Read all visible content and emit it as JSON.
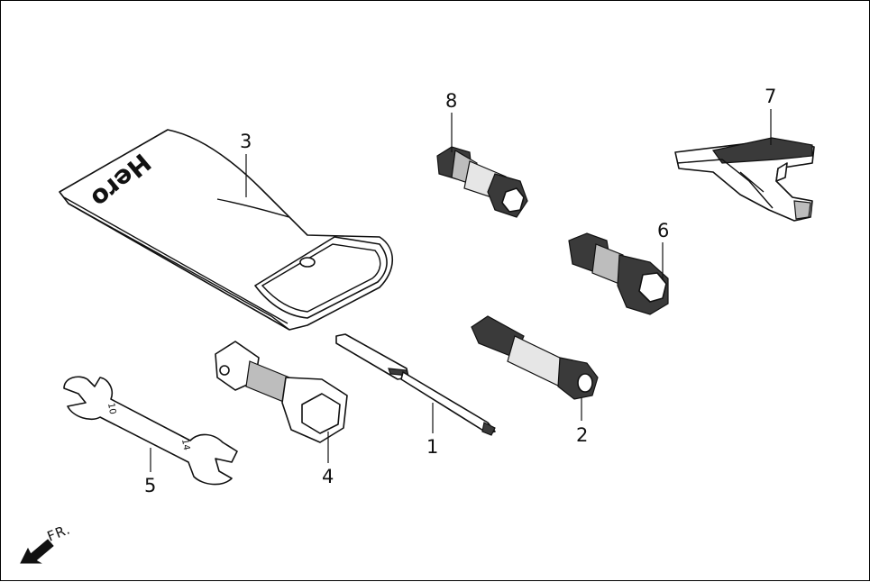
{
  "callouts": {
    "c1": "1",
    "c2": "2",
    "c3": "3",
    "c4": "4",
    "c5": "5",
    "c6": "6",
    "c7": "7",
    "c8": "8"
  },
  "bag_brand": "Hero",
  "wrench_sizes": {
    "small": "10",
    "large": "14"
  },
  "direction_label": "FR."
}
